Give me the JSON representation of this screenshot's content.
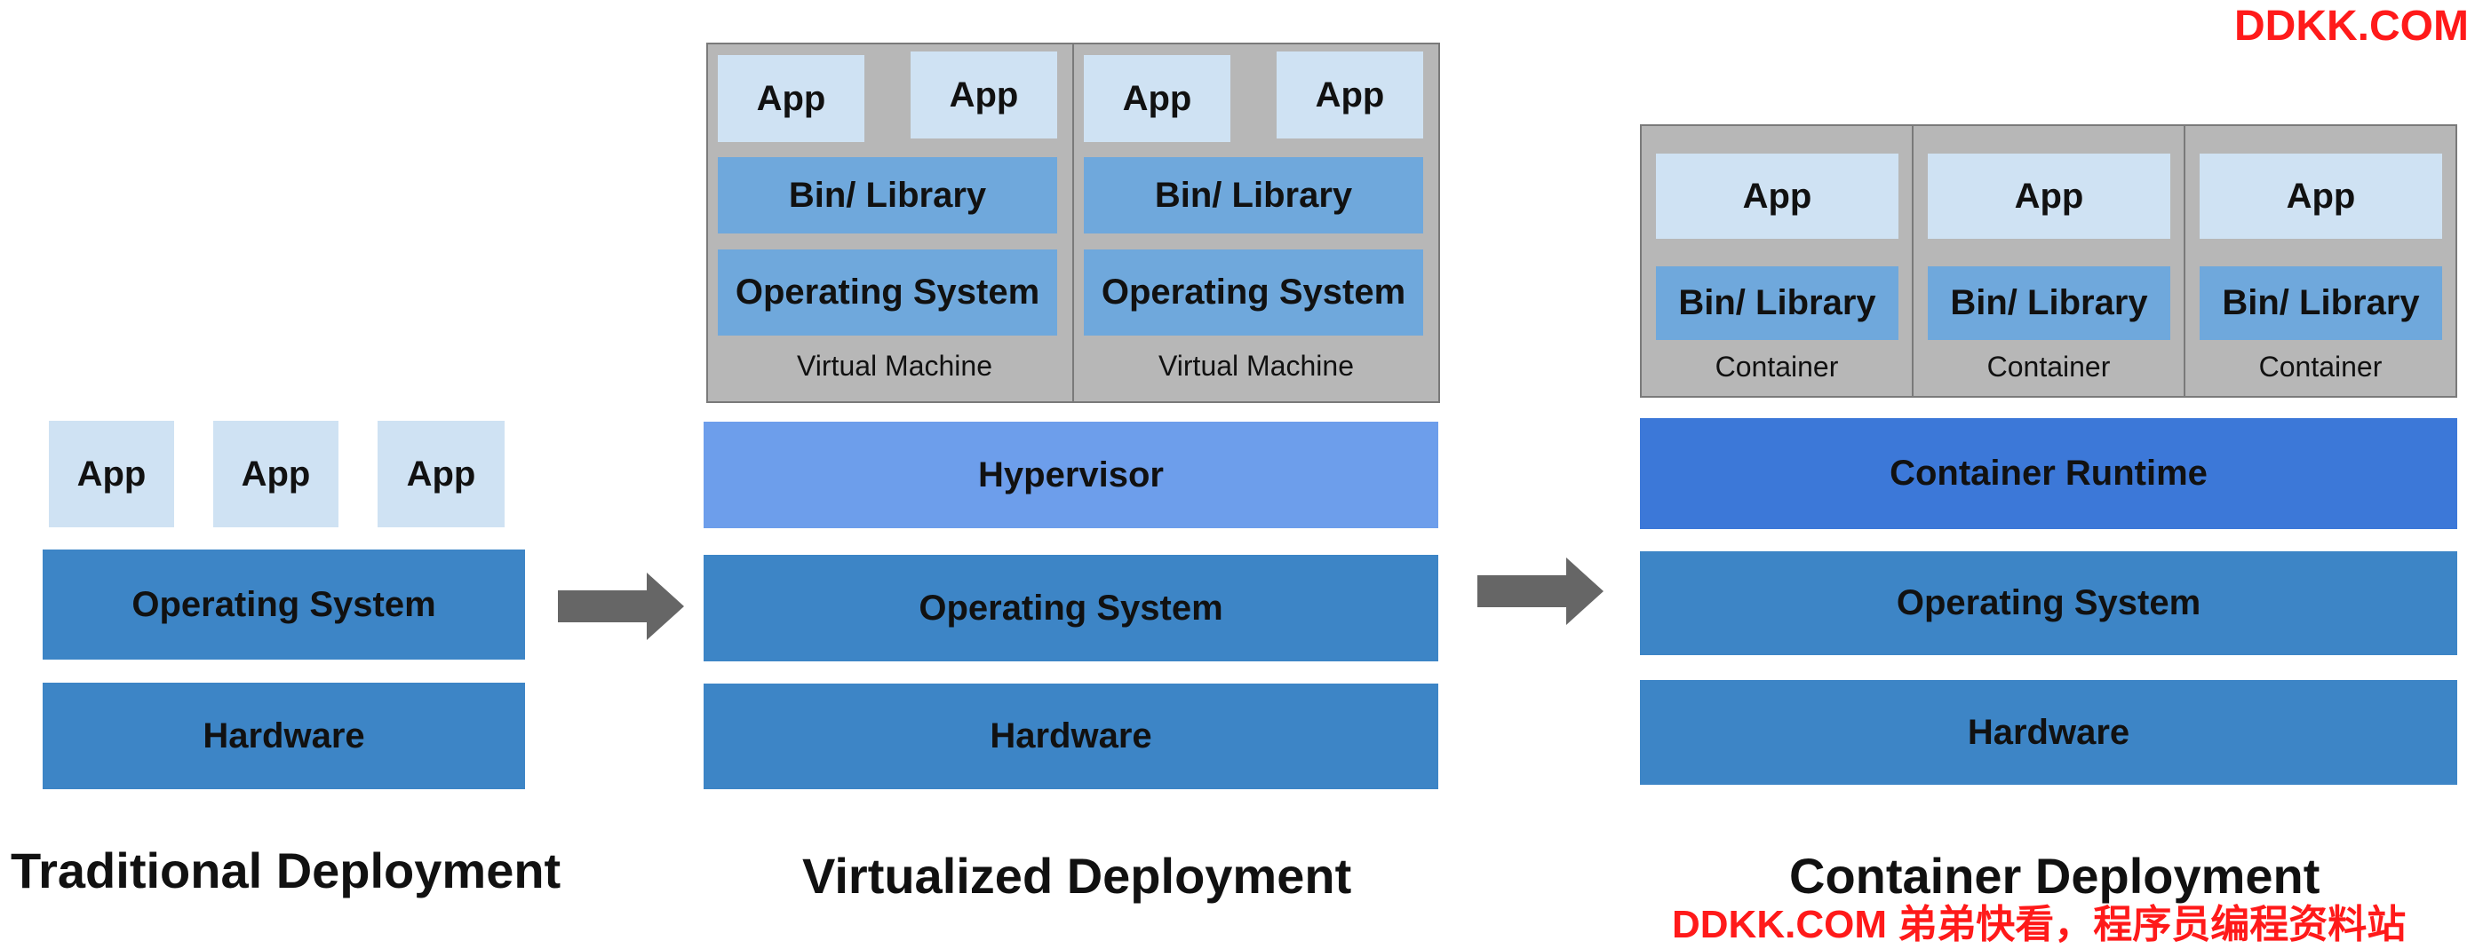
{
  "watermark_top": "DDKK.COM",
  "watermark_bottom": "DDKK.COM 弟弟快看，程序员编程资料站",
  "colors": {
    "app": "#cfe2f3",
    "bin_library": "#6fa8dc",
    "layer": "#3d85c6",
    "hypervisor": "#6d9eeb",
    "runtime": "#3c78d8",
    "frame": "#b7b7b7",
    "arrow": "#666666",
    "watermark": "#ff1a1a"
  },
  "traditional": {
    "apps": [
      "App",
      "App",
      "App"
    ],
    "os": "Operating System",
    "hardware": "Hardware",
    "title": "Traditional Deployment"
  },
  "virtualized": {
    "vms": [
      {
        "apps": [
          "App",
          "App"
        ],
        "bin": "Bin/ Library",
        "os": "Operating System",
        "label": "Virtual Machine"
      },
      {
        "apps": [
          "App",
          "App"
        ],
        "bin": "Bin/ Library",
        "os": "Operating System",
        "label": "Virtual Machine"
      }
    ],
    "hypervisor": "Hypervisor",
    "os": "Operating System",
    "hardware": "Hardware",
    "title": "Virtualized Deployment"
  },
  "container": {
    "containers": [
      {
        "app": "App",
        "bin": "Bin/ Library",
        "label": "Container"
      },
      {
        "app": "App",
        "bin": "Bin/ Library",
        "label": "Container"
      },
      {
        "app": "App",
        "bin": "Bin/ Library",
        "label": "Container"
      }
    ],
    "runtime": "Container Runtime",
    "os": "Operating System",
    "hardware": "Hardware",
    "title": "Container Deployment"
  },
  "icons": {
    "arrow_1": "right-arrow-icon",
    "arrow_2": "right-arrow-icon"
  }
}
